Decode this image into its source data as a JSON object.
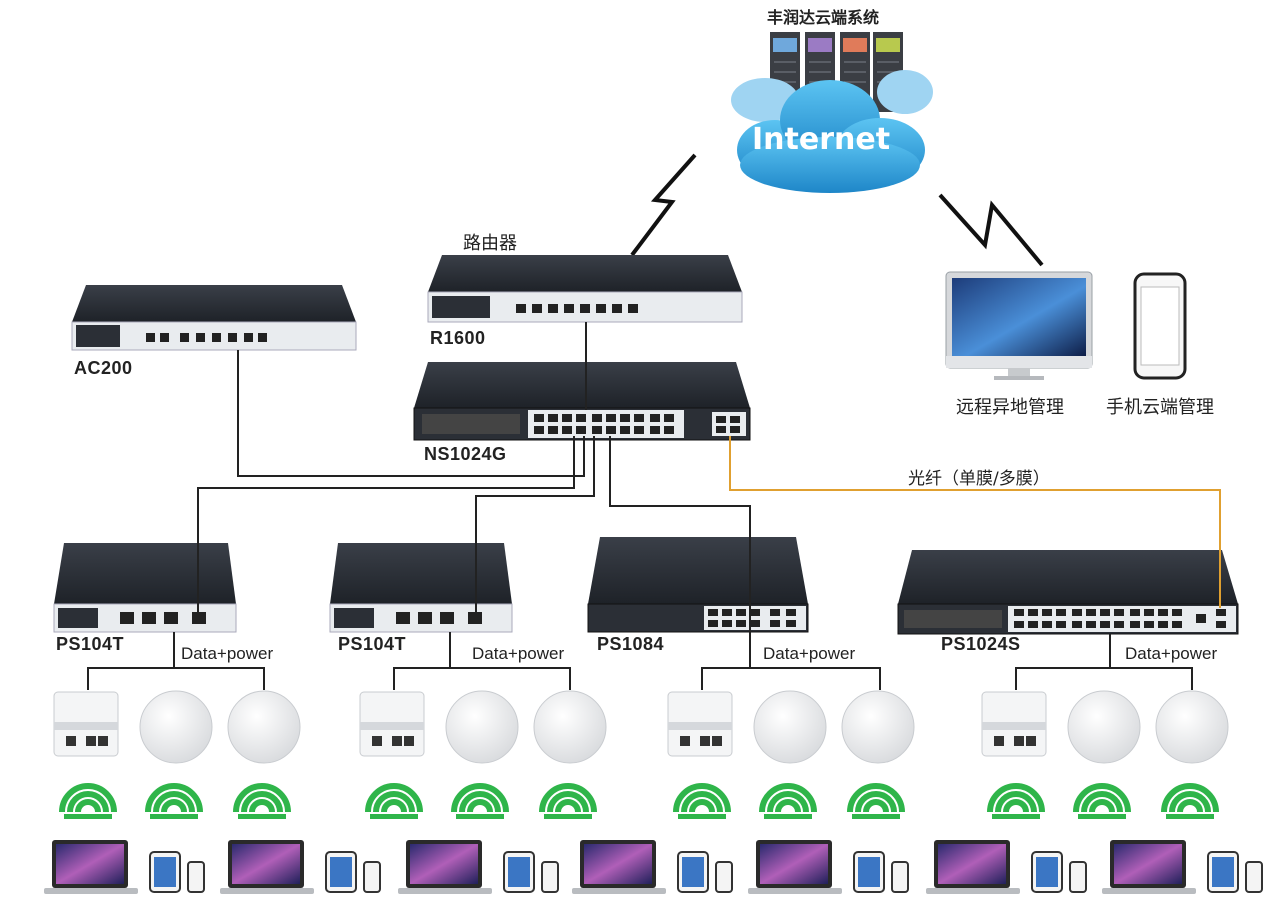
{
  "cloud": {
    "system_title": "丰润达云端系统",
    "internet_label": "Internet"
  },
  "devices": {
    "router": {
      "caption": "路由器",
      "model": "R1600"
    },
    "ac": {
      "model": "AC200"
    },
    "core_switch": {
      "model": "NS1024G"
    },
    "access_switches": [
      {
        "model": "PS104T",
        "tag": "Data+power"
      },
      {
        "model": "PS104T",
        "tag": "Data+power"
      },
      {
        "model": "PS1084",
        "tag": "Data+power"
      },
      {
        "model": "PS1024S",
        "tag": "Data+power"
      }
    ]
  },
  "remote": {
    "desktop_label": "远程异地管理",
    "phone_label": "手机云端管理"
  },
  "fiber_label": "光纤（单膜/多膜）",
  "colors": {
    "fiber": "#e0a030",
    "wifi": "#2fb54a",
    "cable": "#222222",
    "cloud": "#3aa6e0",
    "device_body": "#2b2f36",
    "panel": "#e9ecef"
  }
}
